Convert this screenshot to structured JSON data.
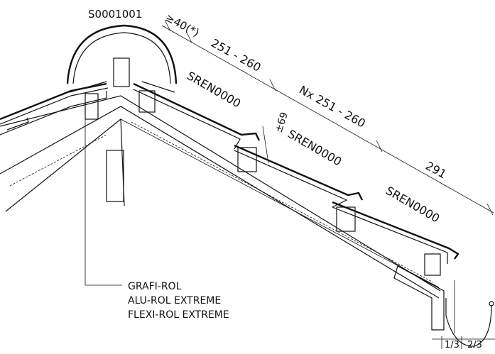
{
  "ridge_code": "S0001001",
  "ridge_gap": "≥40(*)",
  "dimensions": {
    "first_batten": "251 - 260",
    "batten_span": "Nx 251 - 260",
    "eaves_batten": "291",
    "overlap": "±69"
  },
  "tile_labels": [
    "SREN0000",
    "SREN0000",
    "SREN0000"
  ],
  "ridge_products": [
    "GRAFI-ROL",
    "ALU-ROL EXTREME",
    "FLEXI-ROL EXTREME"
  ],
  "gutter_ratio": {
    "left": "1/3",
    "right": "2/3"
  }
}
